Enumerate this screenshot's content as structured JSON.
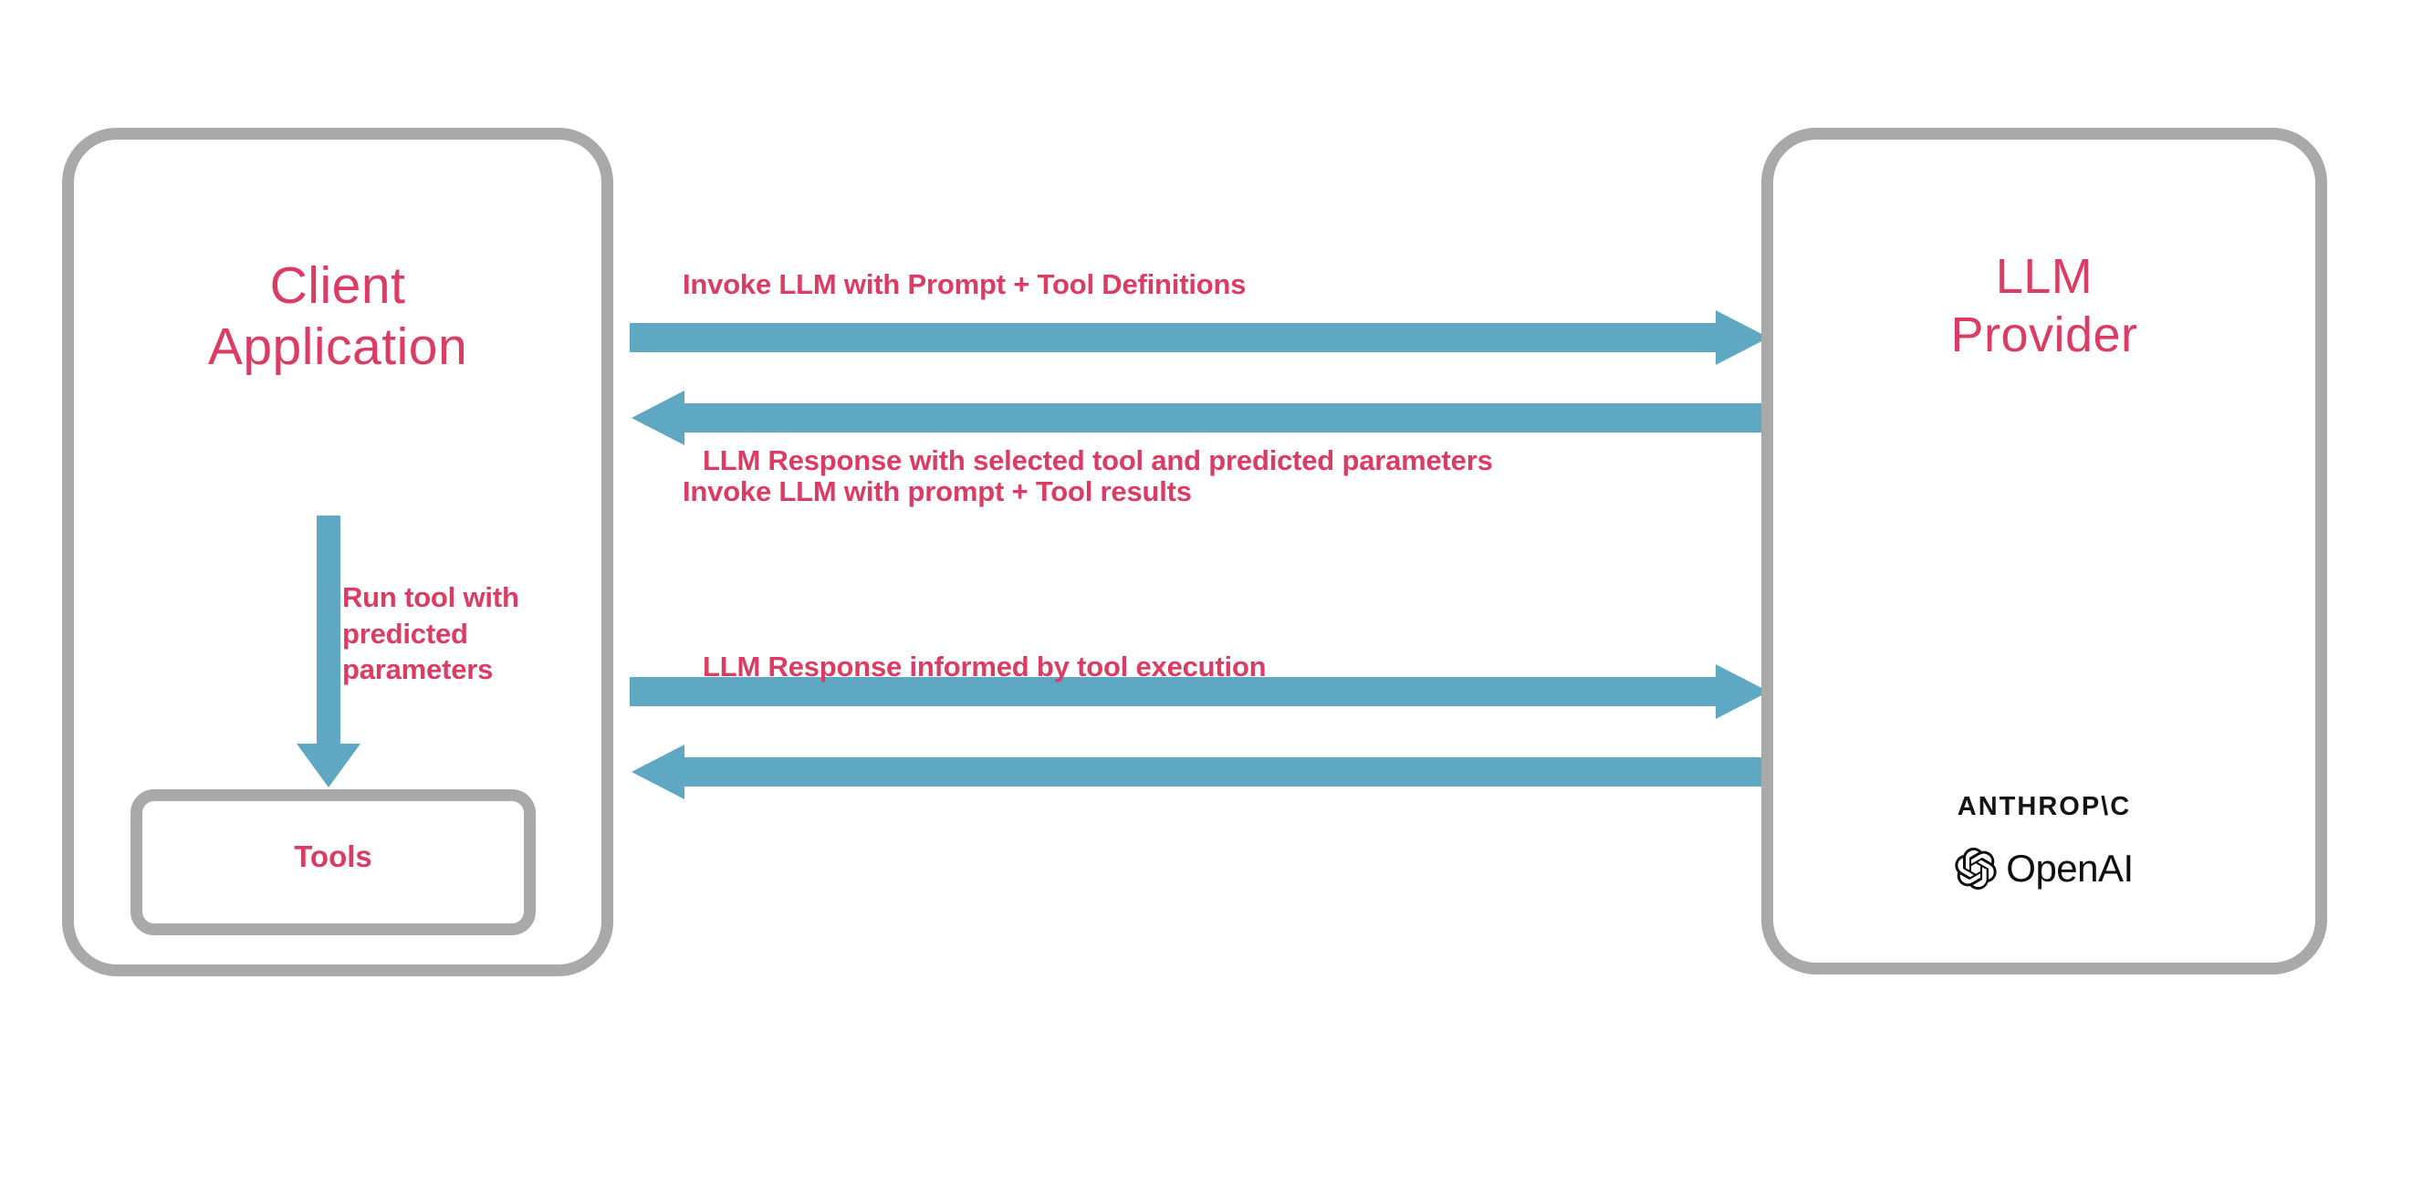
{
  "diagram": {
    "title": "LLM tool-calling interaction flow",
    "colors": {
      "accent_text": "#dc3c64",
      "arrow": "#5fa8c4",
      "box_border": "#a9a9a9",
      "logo": "#141413",
      "background": "#ffffff"
    },
    "nodes": [
      {
        "id": "client",
        "label": "Client\nApplication",
        "label_line1": "Client",
        "label_line2": "Application"
      },
      {
        "id": "tools",
        "label": "Tools"
      },
      {
        "id": "provider",
        "label": "LLM\nProvider",
        "label_line1": "LLM",
        "label_line2": "Provider"
      }
    ],
    "client": {
      "title_line1": "Client",
      "title_line2": "Application",
      "tools_label": "Tools"
    },
    "provider": {
      "title_line1": "LLM",
      "title_line2": "Provider",
      "logos": [
        {
          "name": "anthropic-logo",
          "text": "ANTHROP\\C"
        },
        {
          "name": "openai-logo",
          "text": "OpenAI"
        }
      ],
      "anthropic_text": "ANTHROP\\C",
      "openai_text": "OpenAI"
    },
    "edges": [
      {
        "id": "request-1",
        "label": "Invoke LLM with Prompt + Tool Definitions",
        "direction": "client-to-provider"
      },
      {
        "id": "response-1",
        "label": "LLM Response with selected tool and predicted parameters",
        "direction": "provider-to-client"
      },
      {
        "id": "run-tool",
        "label": "Run tool with predicted parameters",
        "label_line1": "Run tool with",
        "label_line2": "predicted",
        "label_line3": "parameters",
        "direction": "client-to-tools"
      },
      {
        "id": "request-2",
        "label": "Invoke LLM with prompt + Tool results",
        "direction": "client-to-provider"
      },
      {
        "id": "response-2",
        "label": "LLM Response informed by tool execution",
        "direction": "provider-to-client"
      }
    ],
    "edge_labels": {
      "request_1": "Invoke LLM with Prompt + Tool Definitions",
      "response_1": "LLM Response with selected tool and predicted parameters",
      "request_2": "Invoke LLM with prompt + Tool results",
      "response_2": "LLM Response informed by tool execution",
      "run_tool_line1": "Run tool with",
      "run_tool_line2": "predicted",
      "run_tool_line3": "parameters"
    }
  }
}
